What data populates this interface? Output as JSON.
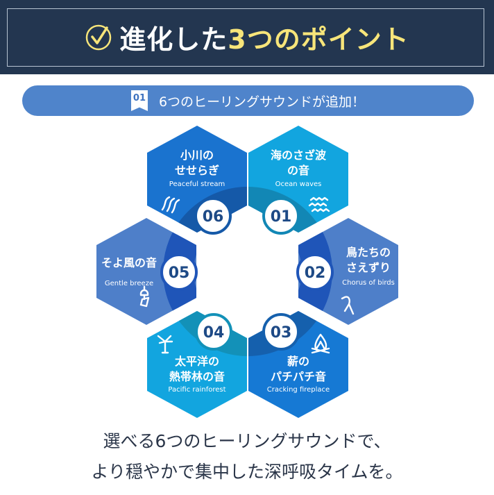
{
  "header": {
    "title_white": "進化した",
    "title_highlight": "3つのポイント"
  },
  "banner": {
    "badge": "01",
    "text": "6つのヒーリングサウンドが追加！"
  },
  "sounds": [
    {
      "number": "06",
      "title": [
        "小川の",
        "せせらぎ"
      ],
      "subtitle": "Peaceful stream",
      "icon": "stream-icon",
      "color": "#1a73cf",
      "dark": "#1559a8"
    },
    {
      "number": "01",
      "title": [
        "海のさざ波",
        "の音"
      ],
      "subtitle": "Ocean waves",
      "icon": "waves-icon",
      "color": "#12a5df",
      "dark": "#1287b5"
    },
    {
      "number": "02",
      "title": [
        "鳥たちの",
        "さえずり"
      ],
      "subtitle": "Chorus of birds",
      "icon": "bird-icon",
      "color": "#4e7fc9",
      "dark": "#1f55b8"
    },
    {
      "number": "03",
      "title": [
        "薪の",
        "パチパチ音"
      ],
      "subtitle": "Cracking fireplace",
      "icon": "fire-icon",
      "color": "#1679d4",
      "dark": "#1560ad"
    },
    {
      "number": "04",
      "title": [
        "太平洋の",
        "熱帯林の音"
      ],
      "subtitle": "Pacific rainforest",
      "icon": "palm-tree-icon",
      "color": "#12a5df",
      "dark": "#1391b8"
    },
    {
      "number": "05",
      "title": [
        "そよ風の音"
      ],
      "subtitle": "Gentle breeze",
      "icon": "wind-chime-icon",
      "color": "#4e7fc9",
      "dark": "#1f55b8"
    }
  ],
  "footer": {
    "line1": "選べる6つのヒーリングサウンドで、",
    "line2": "より穏やかで集中した深呼吸タイムを。"
  },
  "colors": {
    "number_text": "#1e4a86"
  }
}
